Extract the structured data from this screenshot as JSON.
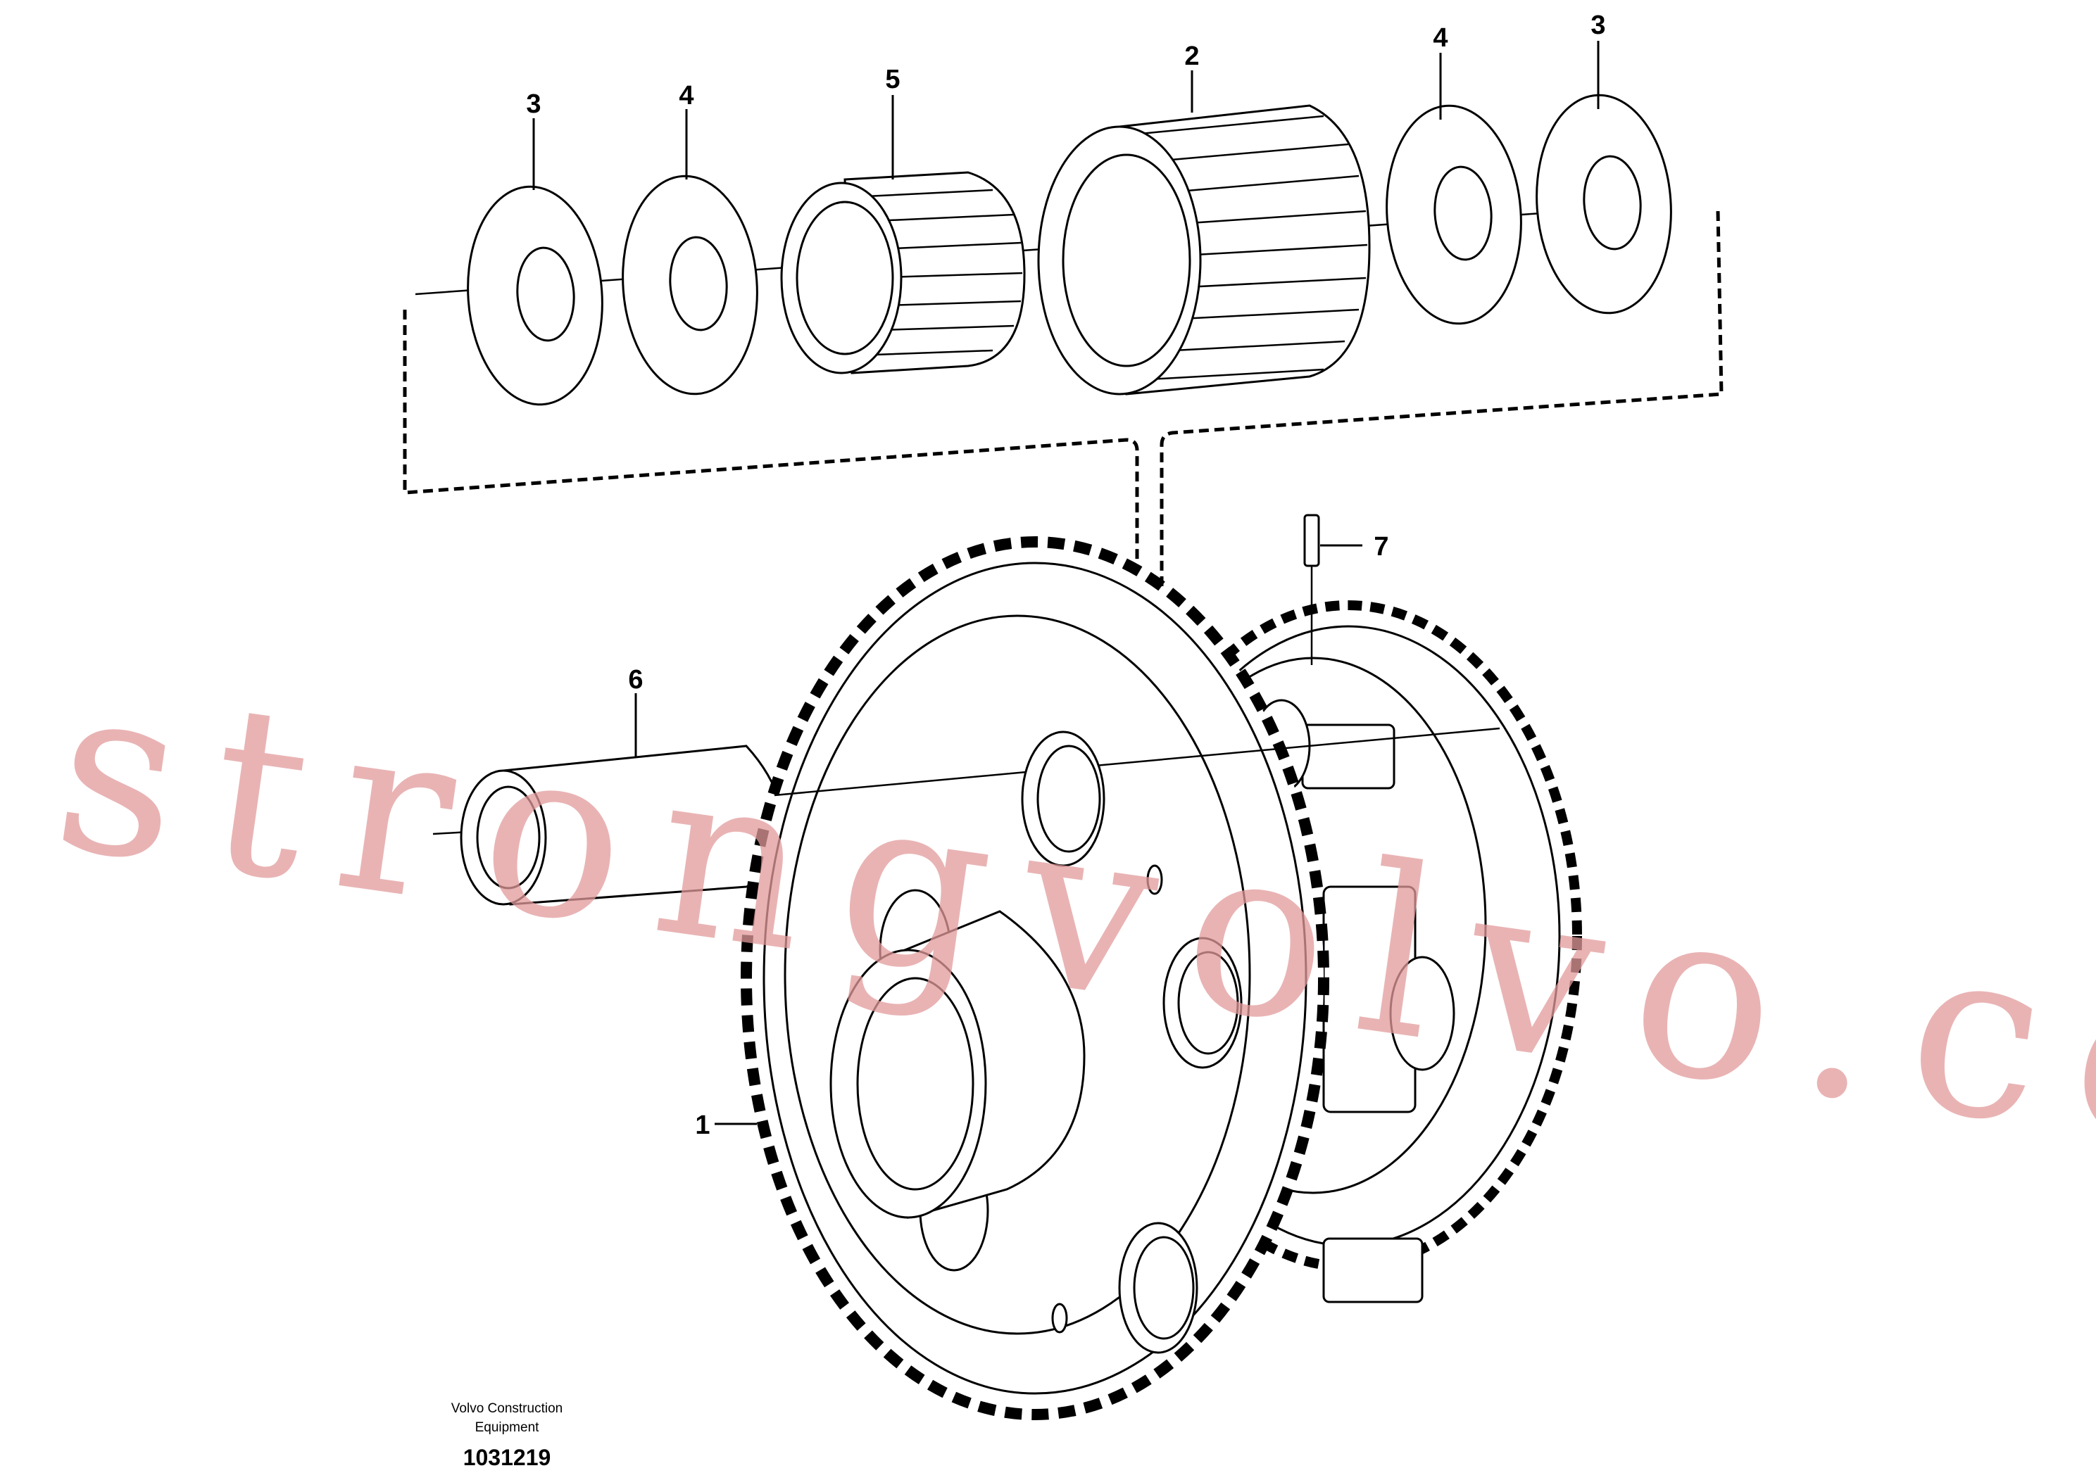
{
  "callouts": {
    "c1": "1",
    "c2": "2",
    "c3_left": "3",
    "c3_right": "3",
    "c4_left": "4",
    "c4_right": "4",
    "c5": "5",
    "c6": "6",
    "c7": "7"
  },
  "caption": {
    "line1": "Volvo Construction",
    "line2": "Equipment",
    "code": "1031219"
  },
  "watermark": "strongvolvo.com",
  "colors": {
    "line": "#000000",
    "watermark": "#e2999b",
    "background": "#ffffff"
  }
}
